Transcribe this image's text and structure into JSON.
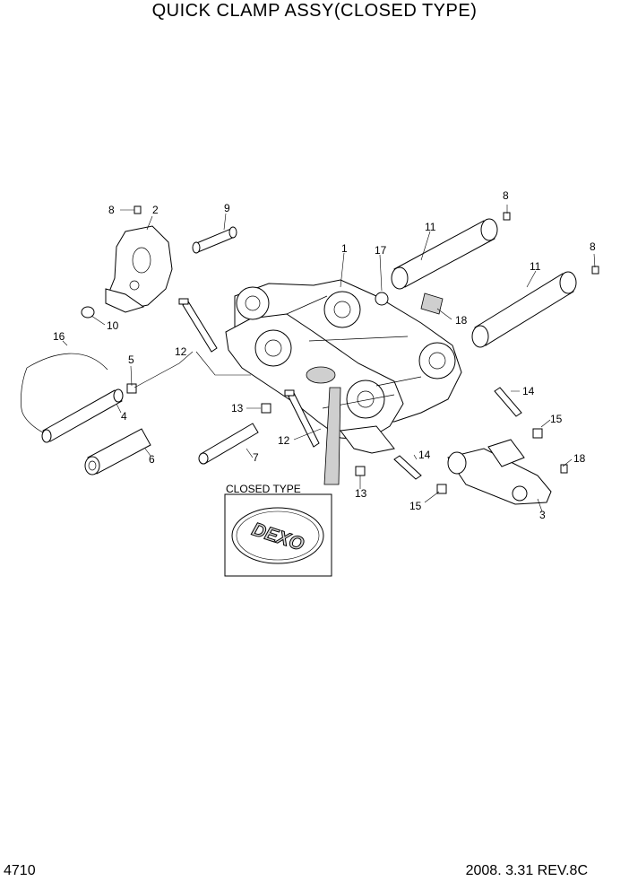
{
  "title": "QUICK CLAMP ASSY(CLOSED TYPE)",
  "page_number": "4710",
  "revision": "2008. 3.31 REV.8C",
  "inset": {
    "title": "CLOSED TYPE",
    "logo_text": "DEXO"
  },
  "callouts": {
    "c1": "1",
    "c2": "2",
    "c3": "3",
    "c4": "4",
    "c5": "5",
    "c6": "6",
    "c7": "7",
    "c8a": "8",
    "c8b": "8",
    "c8c": "8",
    "c9": "9",
    "c10": "10",
    "c11a": "11",
    "c11b": "11",
    "c12a": "12",
    "c12b": "12",
    "c13a": "13",
    "c13b": "13",
    "c14a": "14",
    "c14b": "14",
    "c15a": "15",
    "c15b": "15",
    "c16": "16",
    "c17": "17",
    "c18a": "18",
    "c18b": "18"
  }
}
